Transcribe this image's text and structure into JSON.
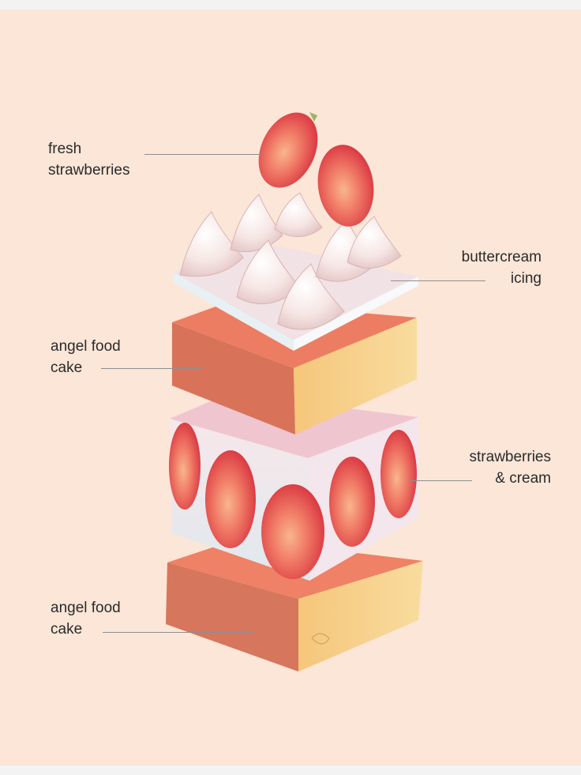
{
  "labels": {
    "fresh_strawberries": [
      "fresh",
      "strawberries"
    ],
    "buttercream_icing": [
      "buttercream",
      "icing"
    ],
    "angel_food_cake_top": [
      "angel food",
      "cake"
    ],
    "strawberries_cream": [
      "strawberries",
      "& cream"
    ],
    "angel_food_cake_bottom": [
      "angel food",
      "cake"
    ]
  },
  "colors": {
    "background": "#fbe6d8",
    "cake_top": "#ec7e63",
    "cake_side": "#d8735a",
    "cake_crumb": "#f5d48c",
    "cream": "#f6e4e4",
    "icing_board": "#eef2f4",
    "strawberry": "#e0434c",
    "strawberry_light": "#f7a58a",
    "text": "#2b2b2b",
    "leader_line": "#8f8f8f"
  }
}
